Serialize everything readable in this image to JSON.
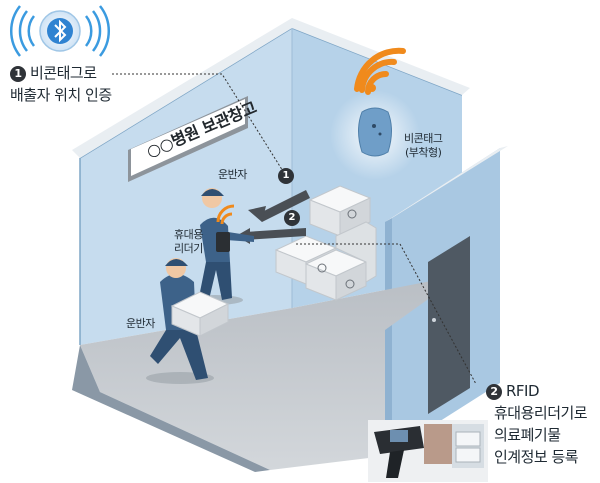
{
  "callouts": {
    "beacon": {
      "number": "1",
      "line1": "비콘태그로",
      "line2": "배출자 위치 인증"
    },
    "rfid": {
      "number": "2",
      "title": "RFID",
      "line1": "휴대용리더기로",
      "line2": "의료폐기물",
      "line3": "인계정보 등록"
    }
  },
  "scene": {
    "sign": "○○병원 보관창고",
    "beacon_label_line1": "비콘태그",
    "beacon_label_line2": "(부착형)",
    "worker_back": "운반자",
    "worker_front": "운반자",
    "reader_line1": "휴대용",
    "reader_line2": "리더기",
    "step1": "1",
    "step2": "2"
  },
  "colors": {
    "wall_light": "#c9dff0",
    "wall_mid": "#aecce4",
    "floor": "#c8ccd1",
    "wifi_orange": "#f08a1c",
    "uniform": "#3a5f86",
    "box": "#f1f2f3"
  }
}
